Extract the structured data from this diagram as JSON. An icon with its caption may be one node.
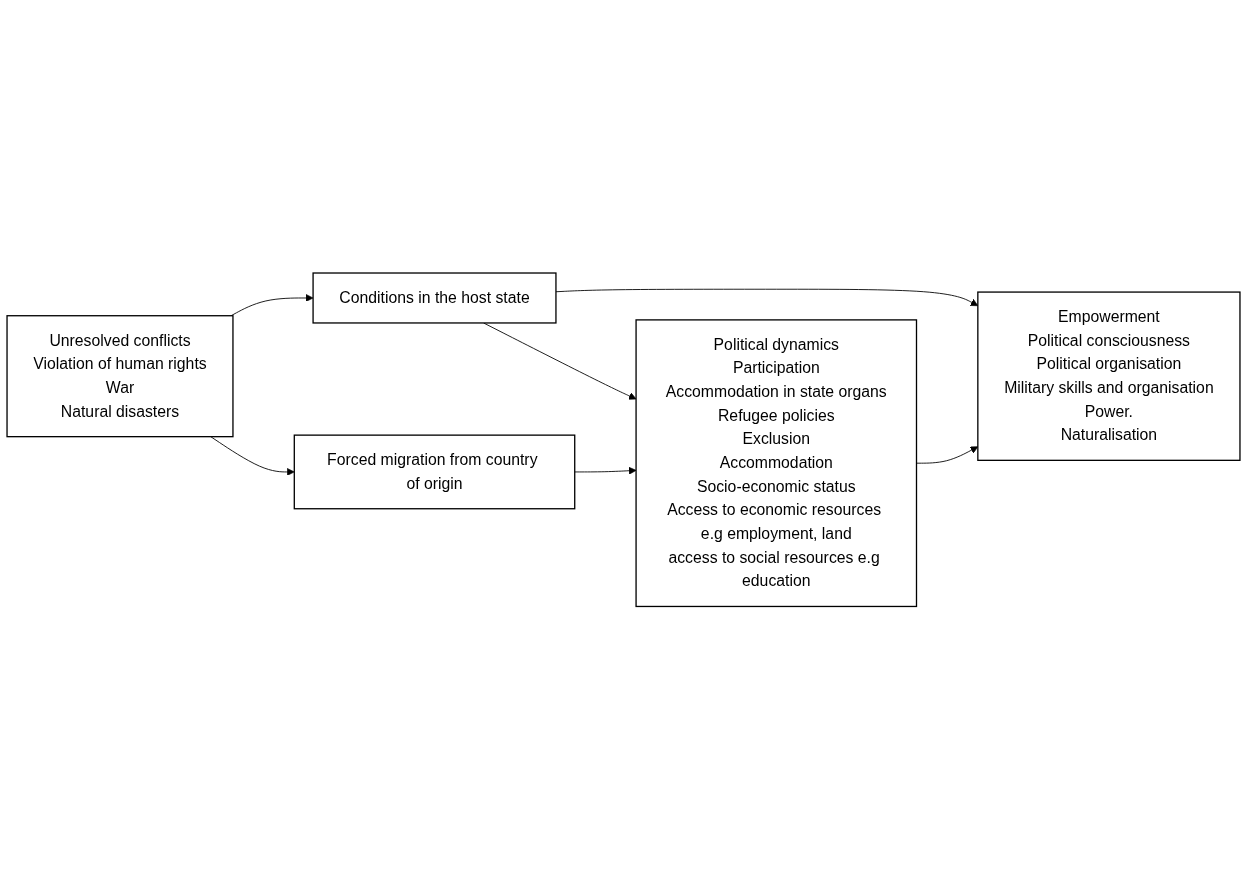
{
  "diagram": {
    "nodes": [
      {
        "text": [
          "Unresolved conflicts",
          "Violation of human rights",
          "War",
          "Natural disasters"
        ]
      },
      {
        "text": [
          "Conditions in the host state"
        ]
      },
      {
        "text": [
          "Empowerment",
          "Political consciousness",
          "Political organisation",
          "Military skills and organisation",
          "Power.",
          "Naturalisation"
        ]
      },
      {
        "text": [
          "Forced migration from country of origin"
        ]
      },
      {
        "text": [
          "Political dynamics",
          "Participation",
          "Accommodation in state organs",
          "Refugee policies",
          "Exclusion",
          "Accommodation",
          "Socio-economic status",
          "Access to economic resources e.g employment, land",
          "access to social resources e.g education"
        ]
      }
    ],
    "edges": [
      {
        "from": 0,
        "to": 1,
        "arrow": "to"
      },
      {
        "from": 1,
        "to": 2,
        "arrow": "to"
      },
      {
        "from": 1,
        "to": 4,
        "arrow": "to"
      },
      {
        "from": 0,
        "to": 3,
        "arrow": "to"
      },
      {
        "from": 3,
        "to": 4,
        "arrow": "to"
      },
      {
        "from": 4,
        "to": 2,
        "arrow": "to"
      }
    ]
  }
}
